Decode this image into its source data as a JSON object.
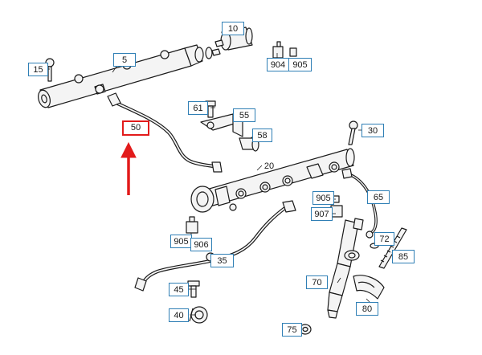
{
  "callouts": {
    "p10": "10",
    "p15": "15",
    "p5": "5",
    "p904": "904",
    "p905a": "905",
    "p61": "61",
    "p55": "55",
    "p58": "58",
    "p30": "30",
    "p50": "50",
    "p20": "20",
    "p905b": "905",
    "p907": "907",
    "p65": "65",
    "p905c": "905",
    "p906": "906",
    "p72": "72",
    "p85": "85",
    "p35": "35",
    "p70": "70",
    "p45": "45",
    "p80": "80",
    "p40": "40",
    "p75": "75"
  },
  "colors": {
    "callout_border": "#2f7fb5",
    "highlight": "#e21b1b",
    "line": "#1a1a1a",
    "part_fill": "#f2f2f2"
  },
  "highlighted_part": "50"
}
